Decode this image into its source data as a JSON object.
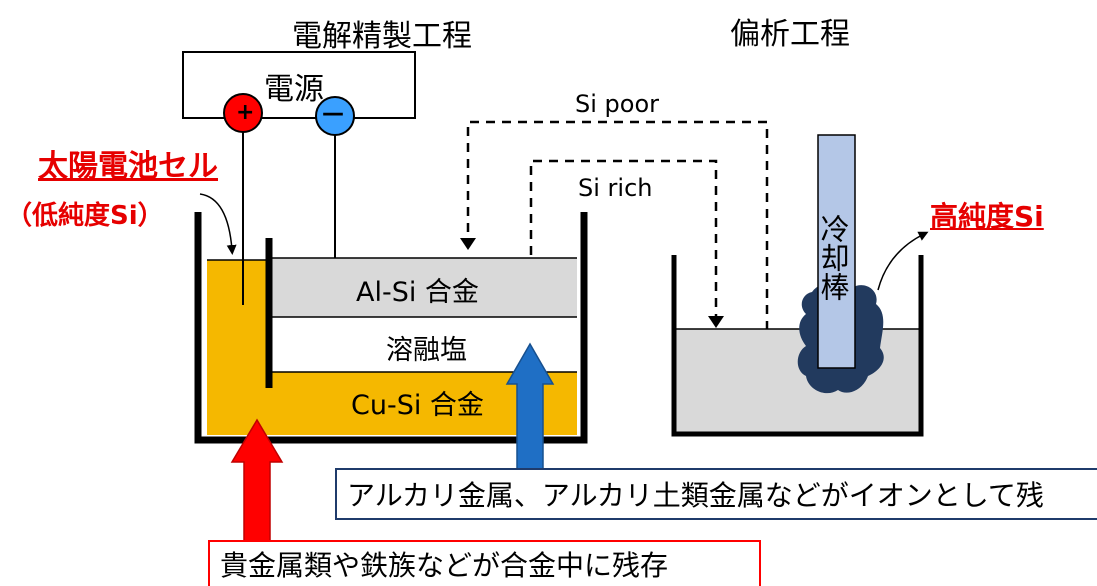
{
  "headings": {
    "electrorefining": "電解精製工程",
    "segregation": "偏析工程"
  },
  "power_source": "電源",
  "electrodes": {
    "positive": "+",
    "negative": "—"
  },
  "solar_cell": {
    "line1": "太陽電池セル",
    "line2": "（低純度Si）"
  },
  "layers": {
    "top": "Al-Si 合金",
    "middle": "溶融塩",
    "bottom": "Cu-Si 合金"
  },
  "flows": {
    "poor": "Si poor",
    "rich": "Si rich"
  },
  "cooling_rod": "冷却棒",
  "product": "高純度Si",
  "notes": {
    "blue": "アルカリ金属、アルカリ土類金属などがイオンとして残",
    "red": "貴金属類や鉄族などが合金中に残存"
  },
  "colors": {
    "molten_alloy": "#f5b800",
    "al_si_layer": "#d9d9d9",
    "cooling_rod": "#b4c7e7",
    "deposit": "#223a5e",
    "red_arrow": "#ff0000",
    "blue_arrow": "#1f6fc5",
    "label_red": "#e60000"
  }
}
